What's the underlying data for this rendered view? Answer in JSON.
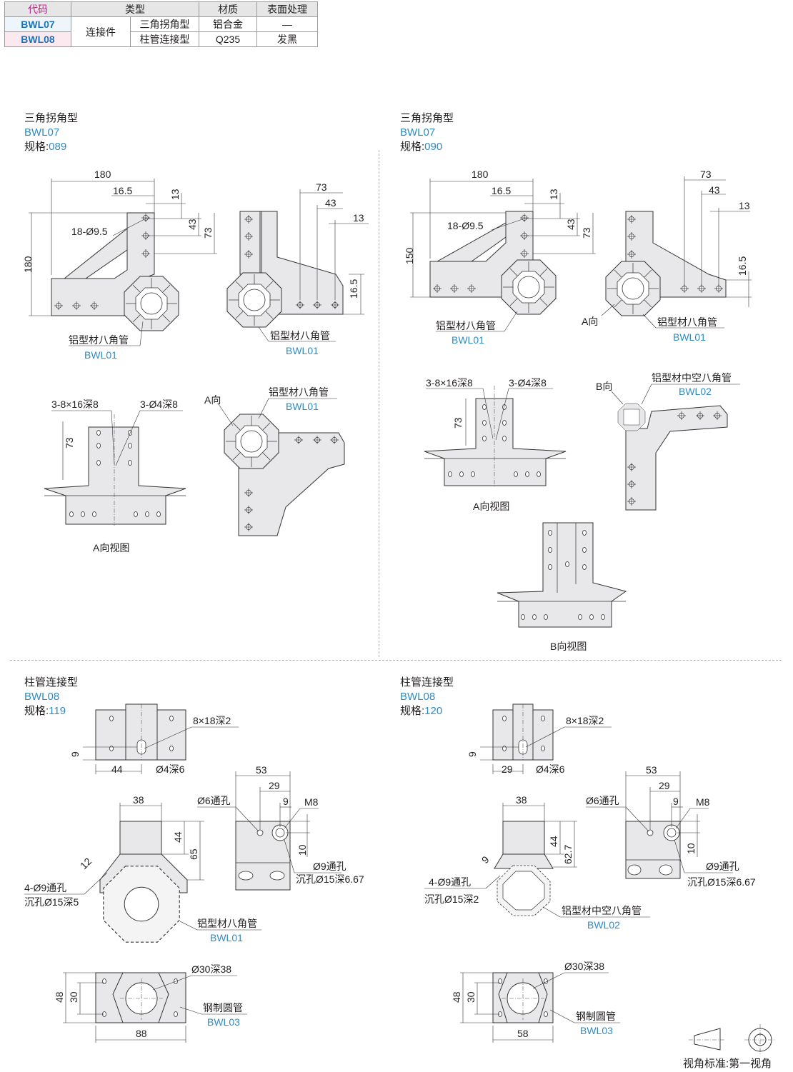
{
  "spec_table": {
    "headers": [
      "代码",
      "类型",
      "材质",
      "表面处理"
    ],
    "rows": [
      {
        "code": "BWL07",
        "type_group": "连接件",
        "type": "三角拐角型",
        "material": "铝合金",
        "finish": "—"
      },
      {
        "code": "BWL08",
        "type_group": "连接件",
        "type": "柱管连接型",
        "material": "Q235",
        "finish": "发黑"
      }
    ]
  },
  "sections": [
    {
      "title": "三角拐角型",
      "code": "BWL07",
      "spec_label": "规格:",
      "spec_value": "089"
    },
    {
      "title": "三角拐角型",
      "code": "BWL07",
      "spec_label": "规格:",
      "spec_value": "090"
    },
    {
      "title": "柱管连接型",
      "code": "BWL08",
      "spec_label": "规格:",
      "spec_value": "119"
    },
    {
      "title": "柱管连接型",
      "code": "BWL08",
      "spec_label": "规格:",
      "spec_value": "120"
    }
  ],
  "labels": {
    "octagon_tube": "铝型材八角管",
    "hollow_octagon_tube": "铝型材中空八角管",
    "bwl01": "BWL01",
    "bwl02": "BWL02",
    "bwl03": "BWL03",
    "round_tube": "钢制圆管",
    "a_view": "A向视图",
    "b_view": "B向视图",
    "a_dir": "A向",
    "b_dir": "B向",
    "holes_18": "18-Ø9.5",
    "slot_3": "3-8×16深8",
    "hole_3": "3-Ø4深8",
    "slot_8": "8×18深2",
    "hole_d4": "Ø4深6",
    "hole_d6": "Ø6通孔",
    "m8": "M8",
    "hole_d9": "Ø9通孔",
    "cb_667": "沉孔Ø15深6.67",
    "holes_4_d9": "4-Ø9通孔",
    "cb_5": "沉孔Ø15深5",
    "cb_2": "沉孔Ø15深2",
    "bore_30": "Ø30深38"
  },
  "dims": {
    "d180": "180",
    "d16_5": "16.5",
    "d13": "13",
    "d43": "43",
    "d73": "73",
    "d150": "150",
    "d9": "9",
    "d44": "44",
    "d29": "29",
    "d53": "53",
    "d38": "38",
    "d65": "65",
    "d62_7": "62.7",
    "d12": "12",
    "d10": "10",
    "d48": "48",
    "d30": "30",
    "d88": "88",
    "d58": "58"
  },
  "footer": {
    "label": "视角标准:",
    "value": "第一视角"
  }
}
